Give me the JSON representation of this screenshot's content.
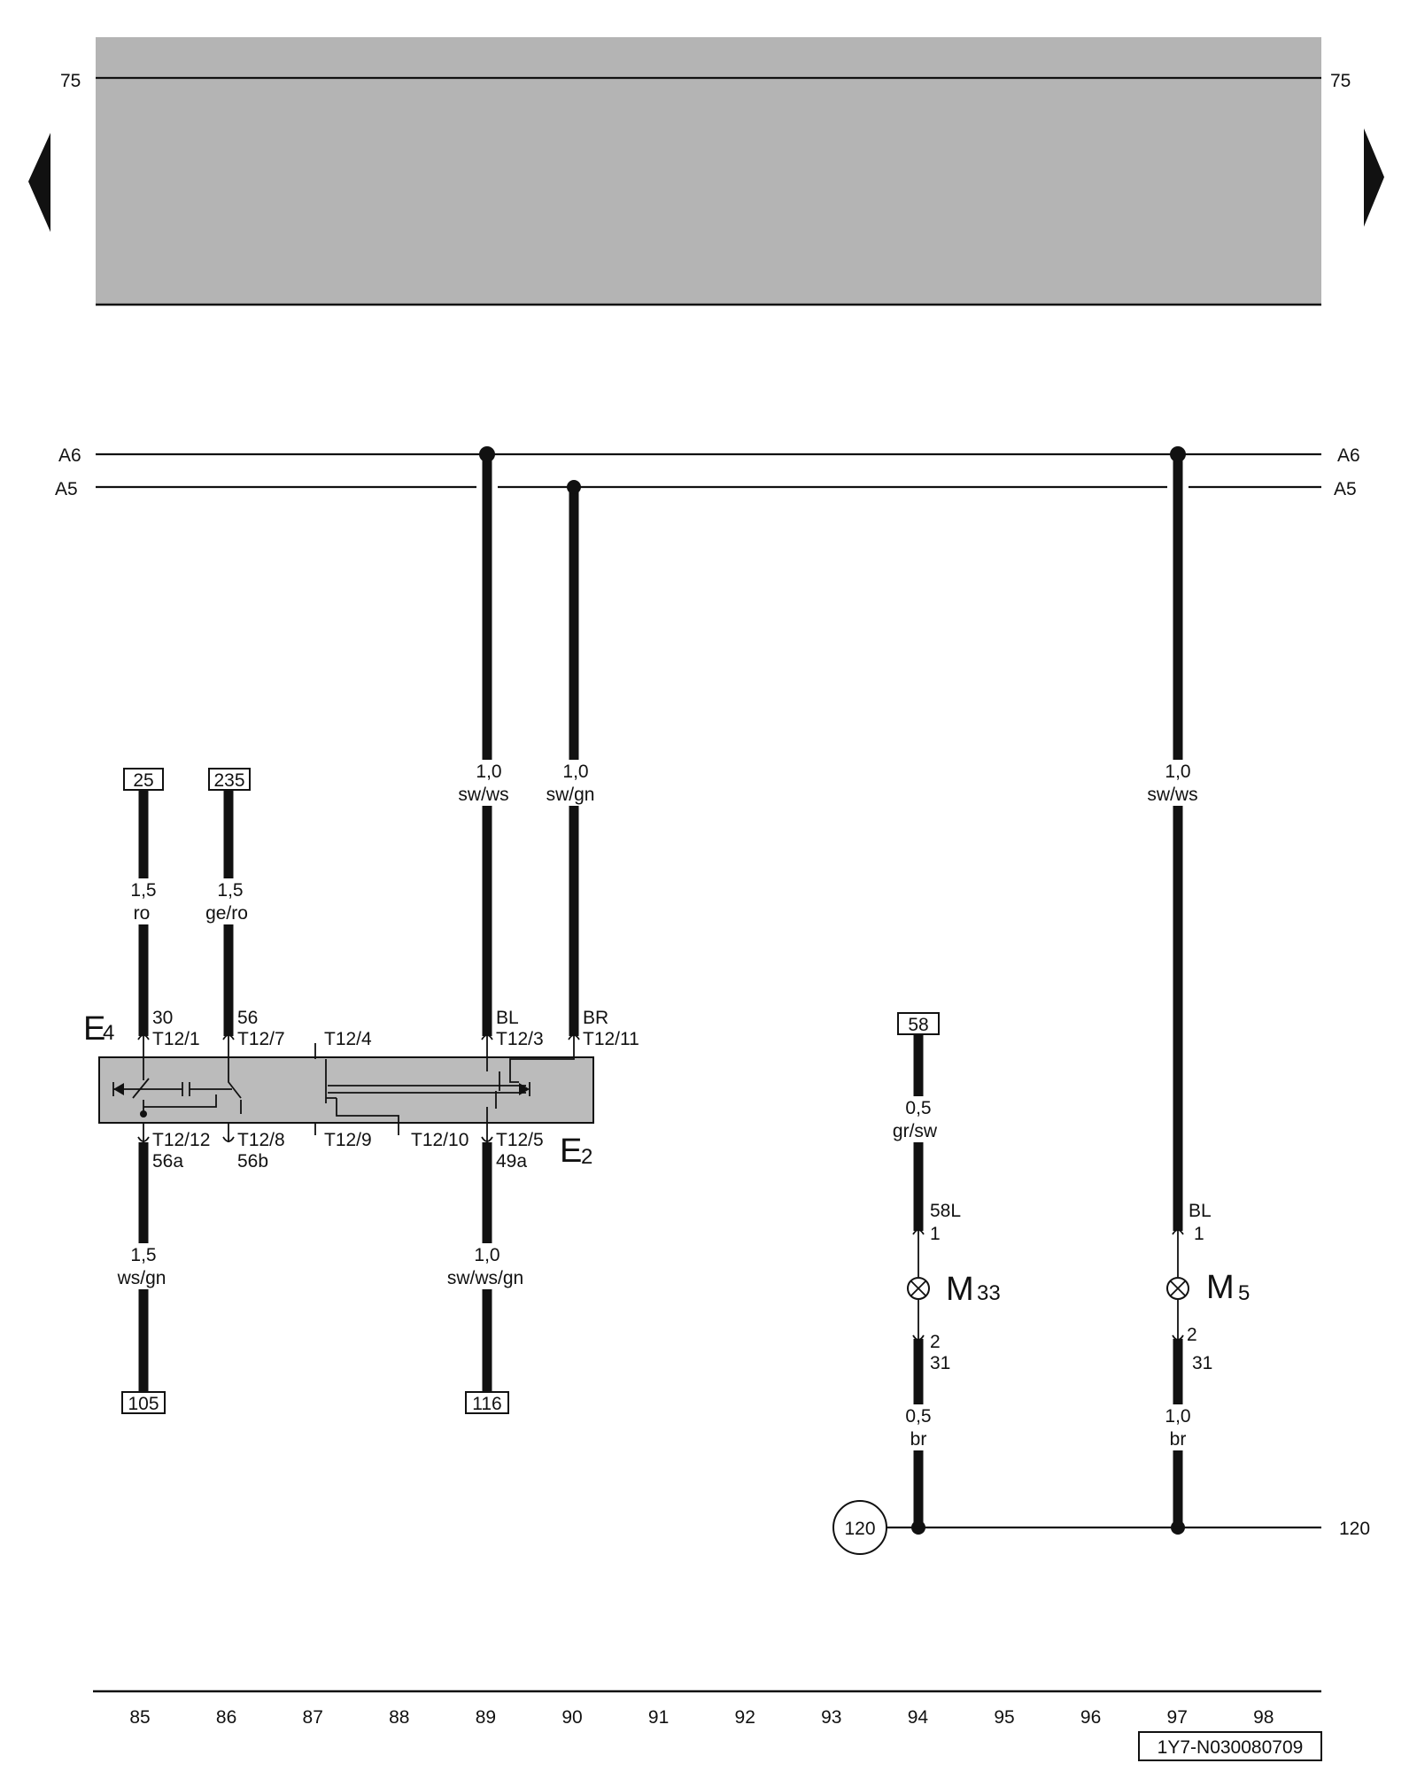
{
  "colors": {
    "banner_gray": "#b4b4b4",
    "component_gray": "#bbbbbb",
    "ink": "#111111"
  },
  "icons": {
    "prev": "triangle-left-icon",
    "next": "triangle-right-icon",
    "lamp": "lamp-cross-icon"
  },
  "buses": {
    "top_75_left": "75",
    "top_75_right": "75",
    "a6_left": "A6",
    "a6_right": "A6",
    "a5_left": "A5",
    "a5_right": "A5",
    "bottom_120_circle": "120",
    "bottom_120_right": "120"
  },
  "wires": {
    "w89_top_size": "1,0",
    "w89_top_color": "sw/ws",
    "w90_top_size": "1,0",
    "w90_top_color": "sw/gn",
    "w97_top_size": "1,0",
    "w97_top_color": "sw/ws",
    "w85_top_size": "1,5",
    "w85_top_color": "ro",
    "w86_top_size": "1,5",
    "w86_top_color": "ge/ro",
    "w85_bot_size": "1,5",
    "w85_bot_color": "ws/gn",
    "w89_bot_size": "1,0",
    "w89_bot_color": "sw/ws/gn",
    "w94_top_size": "0,5",
    "w94_top_color": "gr/sw",
    "w94_bot_size": "0,5",
    "w94_bot_color": "br",
    "w97_bot_size": "1,0",
    "w97_bot_color": "br"
  },
  "refs": {
    "r25": "25",
    "r235": "235",
    "r58": "58",
    "r105": "105",
    "r116": "116"
  },
  "component_E4": {
    "name_main": "E",
    "name_sub": "4",
    "name2_main": "E",
    "name2_sub": "2",
    "pin1_term": "30",
    "pin1": "T12/1",
    "pin7_term": "56",
    "pin7": "T12/7",
    "pin4": "T12/4",
    "pin3_term": "BL",
    "pin3": "T12/3",
    "pin11_term": "BR",
    "pin11": "T12/11",
    "pin12": "T12/12",
    "pin12_term": "56a",
    "pin8": "T12/8",
    "pin8_term": "56b",
    "pin9": "T12/9",
    "pin10": "T12/10",
    "pin5": "T12/5",
    "pin5_term": "49a"
  },
  "lamp_M33": {
    "name_main": "M",
    "name_sub": "33",
    "pin_top_term": "58L",
    "pin_top": "1",
    "pin_bot": "2",
    "pin_bot_term": "31"
  },
  "lamp_M5": {
    "name_main": "M",
    "name_sub": "5",
    "pin_top_term": "BL",
    "pin_top": "1",
    "pin_bot": "2",
    "pin_bot_term": "31"
  },
  "columns": [
    "85",
    "86",
    "87",
    "88",
    "89",
    "90",
    "91",
    "92",
    "93",
    "94",
    "95",
    "96",
    "97",
    "98"
  ],
  "diagram_id": "1Y7-N030080709"
}
